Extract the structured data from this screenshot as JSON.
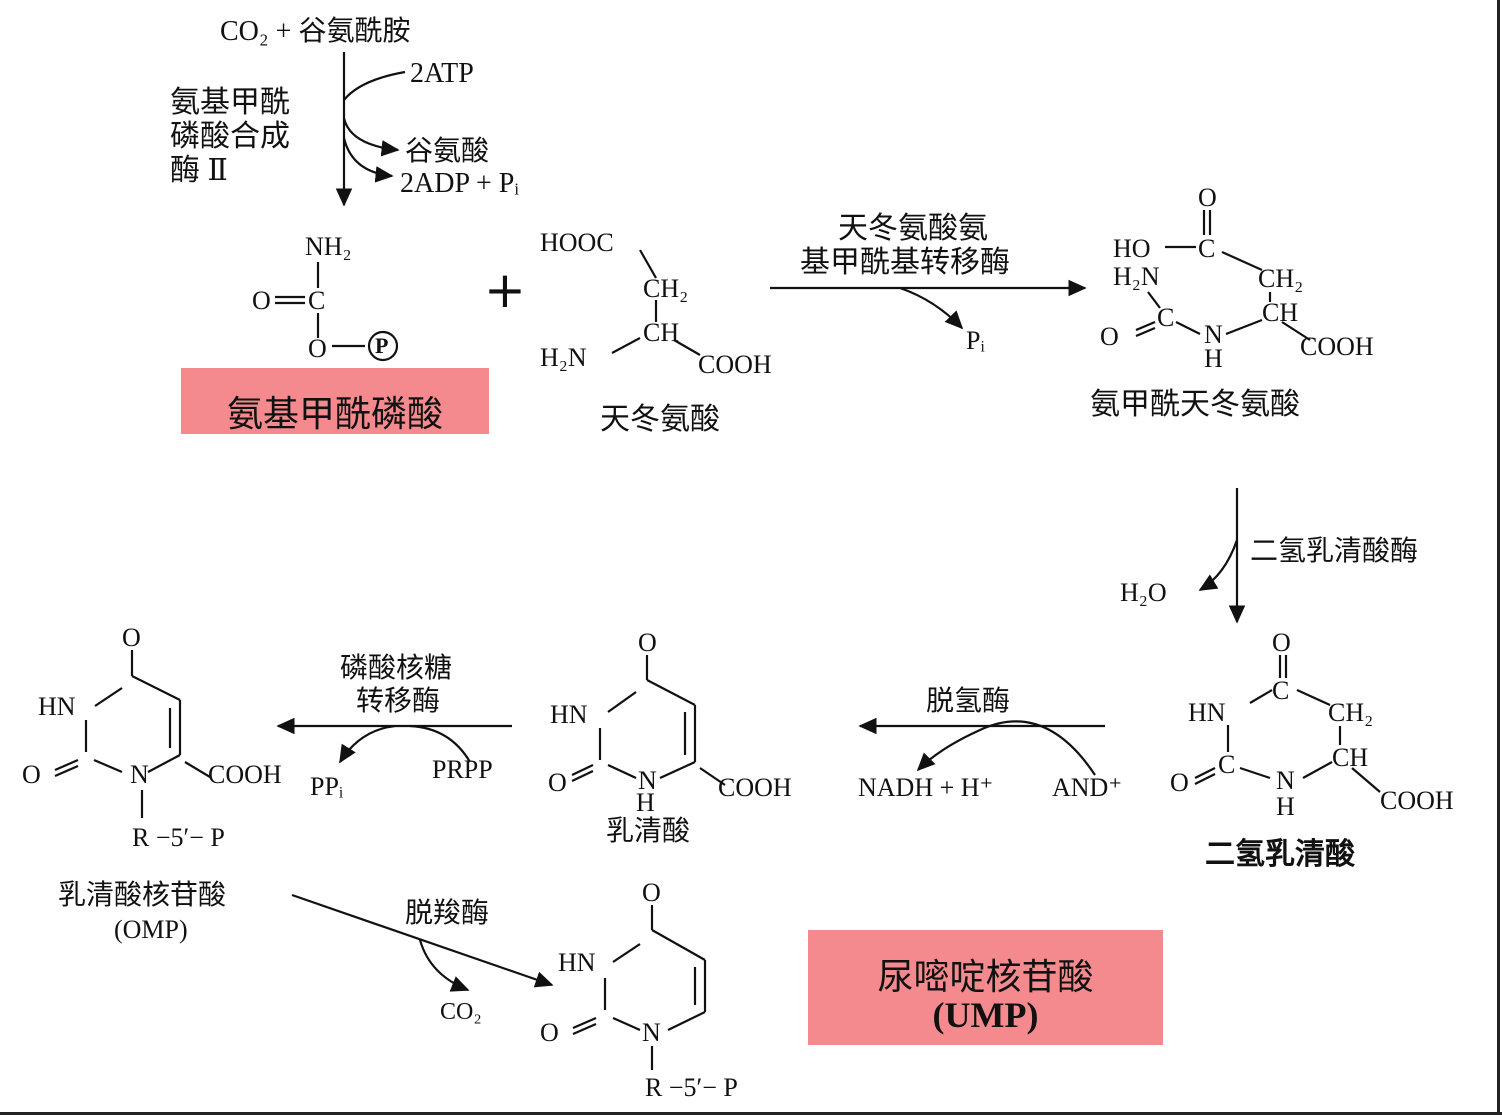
{
  "colors": {
    "highlight": "#f58a8e",
    "ink": "#111111"
  },
  "step1": {
    "reactant": "CO₂ + 谷氨酰胺",
    "atp": "2ATP",
    "glu": "谷氨酸",
    "adp": "2ADP + Pᵢ",
    "enzyme_l1": "氨基甲酰",
    "enzyme_l2": "磷酸合成",
    "enzyme_l3": "酶 Ⅱ"
  },
  "carbamoyl_phosphate": {
    "nh2": "NH₂",
    "o_eq": "O",
    "c": "C",
    "o": "O",
    "p": "P",
    "label": "氨基甲酰磷酸"
  },
  "plus": "+",
  "aspartate": {
    "hooc": "HOOC",
    "ch2": "CH₂",
    "h2n": "H₂N",
    "ch": "CH",
    "cooh": "COOH",
    "label": "天冬氨酸"
  },
  "step2": {
    "enzyme_l1": "天冬氨酸氨",
    "enzyme_l2": "基甲酰基转移酶",
    "pi": "Pᵢ"
  },
  "carbamoyl_aspartate": {
    "o_top": "O",
    "ho": "HO",
    "c_top": "C",
    "h2n": "H₂N",
    "ch2": "CH₂",
    "o_left": "O",
    "c_mid": "C",
    "n": "N",
    "h": "H",
    "ch": "CH",
    "cooh": "COOH",
    "label": "氨甲酰天冬氨酸"
  },
  "step3": {
    "enzyme": "二氢乳清酸酶",
    "h2o": "H₂O"
  },
  "dihydroorotate": {
    "o_top": "O",
    "hn": "HN",
    "c_top": "C",
    "ch2": "CH₂",
    "o_left": "O",
    "c_mid": "C",
    "n": "N",
    "h": "H",
    "ch": "CH",
    "cooh": "COOH",
    "label": "二氢乳清酸"
  },
  "step4": {
    "enzyme": "脱氢酶",
    "nadh": "NADH + H⁺",
    "nad": "AND⁺"
  },
  "orotate": {
    "o_top": "O",
    "hn": "HN",
    "o_left": "O",
    "n": "N",
    "h": "H",
    "cooh": "COOH",
    "label": "乳清酸"
  },
  "step5": {
    "enzyme_l1": "磷酸核糖",
    "enzyme_l2": "转移酶",
    "prpp": "PRPP",
    "ppi": "PPᵢ"
  },
  "omp": {
    "o_top": "O",
    "hn": "HN",
    "o_left": "O",
    "n": "N",
    "cooh": "COOH",
    "r": "R −5′− P",
    "label": "乳清酸核苷酸",
    "abbr": "(OMP)"
  },
  "step6": {
    "enzyme": "脱羧酶",
    "co2": "CO₂"
  },
  "ump": {
    "o_top": "O",
    "hn": "HN",
    "o_left": "O",
    "n": "N",
    "r": "R −5′− P",
    "label_l1": "尿嘧啶核苷酸",
    "label_l2": "(UMP)"
  }
}
